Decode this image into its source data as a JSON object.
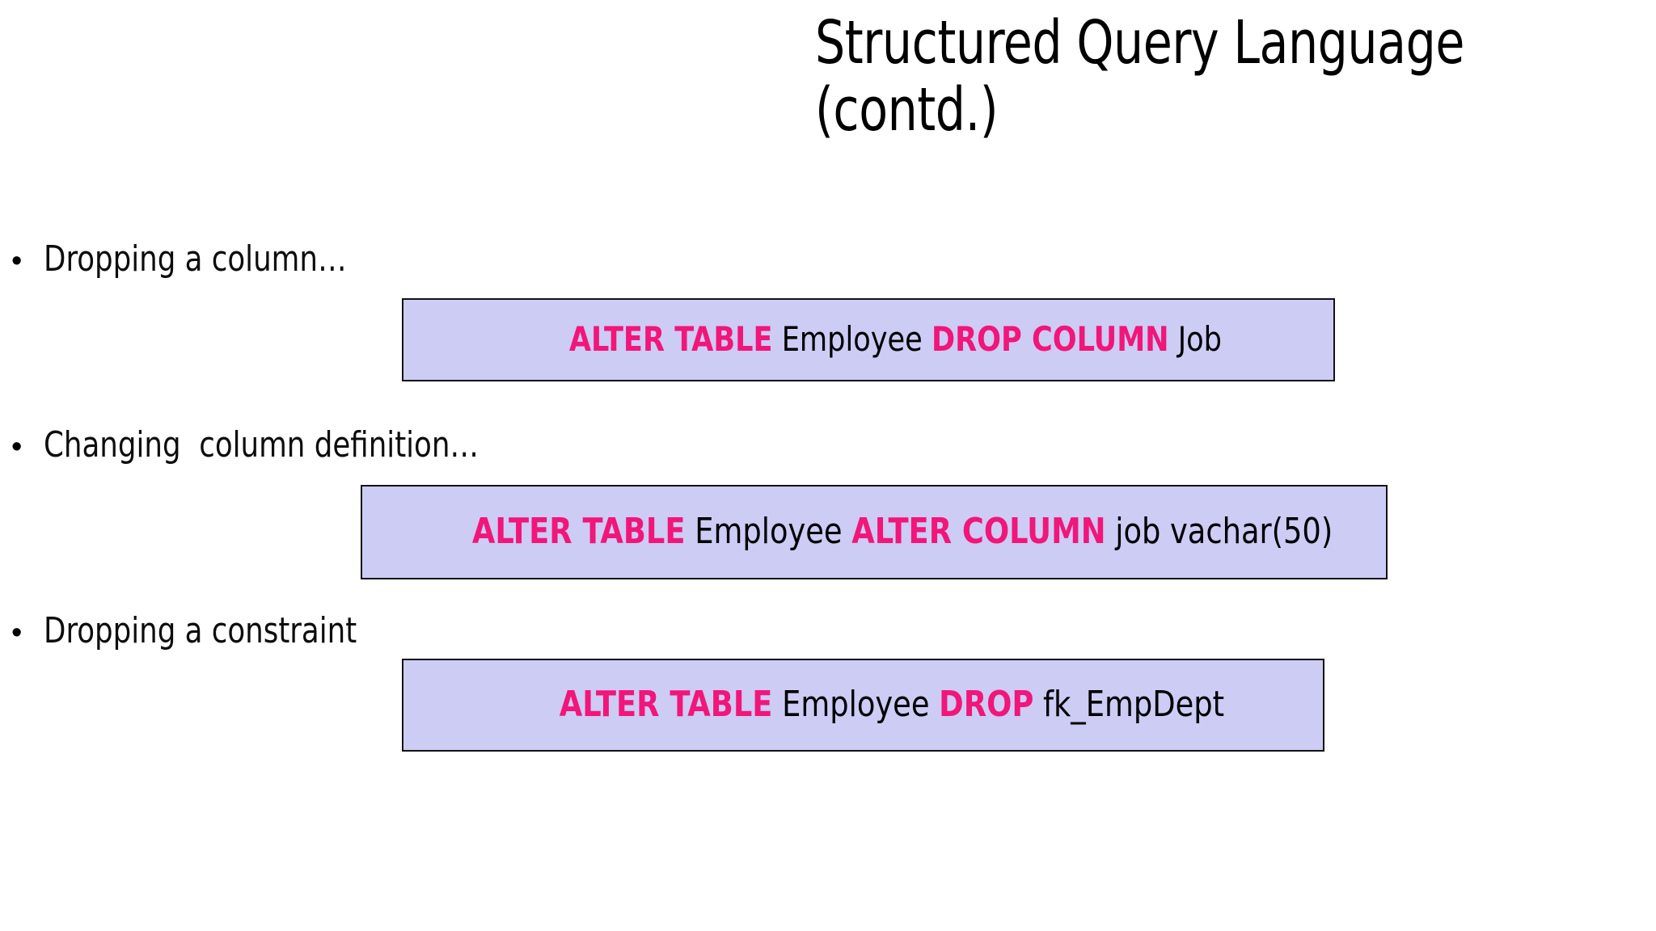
{
  "slide": {
    "background_color": "#FFFFFF",
    "title": {
      "line1": "Structured Query Language",
      "line2": "(contd.)"
    },
    "bullet_glyph": "•",
    "bullets": [
      {
        "label": "Dropping a column…"
      },
      {
        "label": "Changing  column definition…"
      },
      {
        "label": "Dropping a constraint"
      }
    ],
    "code_boxes": [
      {
        "fill_color": "#CCCCF5",
        "border_color": "#121212",
        "keyword_color": "#F2157A",
        "text_color": "#000000",
        "segments": [
          {
            "text": "ALTER TABLE",
            "style": "keyword"
          },
          {
            "text": " Employee ",
            "style": "plain"
          },
          {
            "text": "DROP COLUMN",
            "style": "keyword"
          },
          {
            "text": " Job",
            "style": "plain"
          }
        ],
        "full_text": "ALTER TABLE Employee DROP COLUMN Job"
      },
      {
        "fill_color": "#CCCCF5",
        "border_color": "#121212",
        "keyword_color": "#F2157A",
        "text_color": "#000000",
        "segments": [
          {
            "text": "ALTER TABLE",
            "style": "keyword"
          },
          {
            "text": " Employee ",
            "style": "plain"
          },
          {
            "text": "ALTER COLUMN",
            "style": "keyword"
          },
          {
            "text": " job vachar(50)",
            "style": "plain"
          }
        ],
        "full_text": "ALTER TABLE Employee ALTER COLUMN job vachar(50)"
      },
      {
        "fill_color": "#CCCCF5",
        "border_color": "#121212",
        "keyword_color": "#F2157A",
        "text_color": "#000000",
        "segments": [
          {
            "text": "ALTER TABLE",
            "style": "keyword"
          },
          {
            "text": " Employee ",
            "style": "plain"
          },
          {
            "text": "DROP",
            "style": "keyword"
          },
          {
            "text": " fk_EmpDept",
            "style": "plain"
          }
        ],
        "full_text": "ALTER TABLE Employee DROP fk_EmpDept"
      }
    ]
  }
}
